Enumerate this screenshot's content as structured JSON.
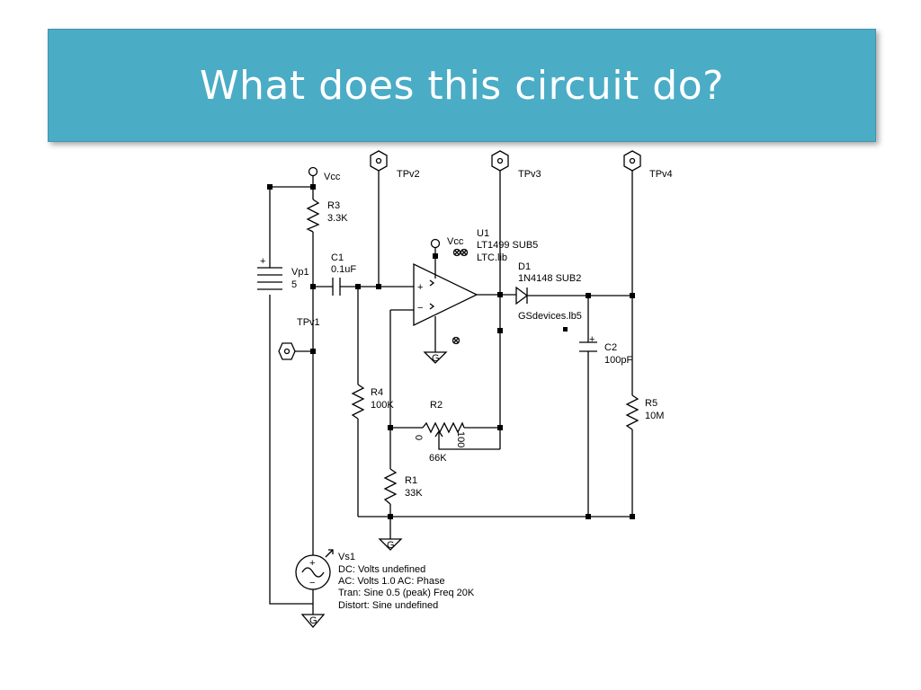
{
  "slide": {
    "title": "What does this circuit do?"
  },
  "labels": {
    "vcc_top": "Vcc",
    "tpv2": "TPv2",
    "tpv3": "TPv3",
    "tpv4": "TPv4",
    "r3_name": "R3",
    "r3_value": "3.3K",
    "u1_name": "U1",
    "u1_model": "LT1499 SUB5",
    "u1_lib": "LTC.lib",
    "vcc_op": "Vcc",
    "c1_name": "C1",
    "c1_value": "0.1uF",
    "d1_name": "D1",
    "d1_model": "1N4148 SUB2",
    "d1_lib": "GSdevices.lb5",
    "vp1_name": "Vp1",
    "vp1_value": "5",
    "tpv1": "TPv1",
    "c2_name": "C2",
    "c2_value": "100pF",
    "r4_name": "R4",
    "r4_value": "100K",
    "r2_name": "R2",
    "r2_value": "66K",
    "r2_min": "0",
    "r2_max": "100",
    "r5_name": "R5",
    "r5_value": "10M",
    "r1_name": "R1",
    "r1_value": "33K",
    "vs1_name": "Vs1",
    "vs1_dc": "DC: Volts undefined",
    "vs1_ac": "AC: Volts  1.0  AC: Phase",
    "vs1_tran": "Tran: Sine  0.5 (peak)  Freq 20K",
    "vs1_distort": "Distort: Sine  undefined",
    "ground": "G",
    "plus": "+",
    "minus": "−"
  }
}
